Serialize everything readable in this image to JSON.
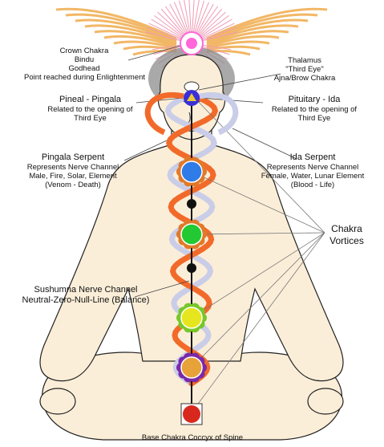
{
  "labels": {
    "crown": [
      "Crown Chakra",
      "Bindu",
      "Godhead",
      "Point reached during Enlightenment"
    ],
    "thalamus": [
      "Thalamus",
      "\"Third Eye\"",
      "Ajna/Brow Chakra"
    ],
    "pineal_title": "Pineal - Pingala",
    "pineal_desc": [
      "Related to the opening of",
      "Third Eye"
    ],
    "pituitary_title": "Pituitary - Ida",
    "pituitary_desc": [
      "Related to the opening of",
      "Third Eye"
    ],
    "pingala_title": "Pingala Serpent",
    "pingala_desc": [
      "Represents Nerve Channel",
      "Male, Fire, Solar, Element",
      "(Venom - Death)"
    ],
    "ida_title": "Ida Serpent",
    "ida_desc": [
      "Represents Nerve Channel",
      "Female, Water, Lunar Element",
      "(Blood - Life)"
    ],
    "vortices": [
      "Chakra",
      "Vortices"
    ],
    "sushumna": [
      "Sushumna Nerve Channel",
      "Neutral-Zero-Null-Line (Balance)"
    ],
    "base": "Base Chakra Coccyx of Spine"
  },
  "colors": {
    "pingala": "#f26a2a",
    "ida": "#c9cde8",
    "body_fill": "#fbeed8",
    "crown_rays": "#ef9bb5",
    "wings": "#f2b766",
    "chakras": [
      "#ff66d9",
      "#3a2fd6",
      "#2f7be8",
      "#22c933",
      "#e6e61e",
      "#e8a23a",
      "#d8281e"
    ],
    "petals": [
      "#ffffff",
      "#e07a2a",
      "#e07a2a",
      "#e07a2a",
      "#77c72a",
      "#7a2aa8",
      "#d8281e"
    ]
  }
}
